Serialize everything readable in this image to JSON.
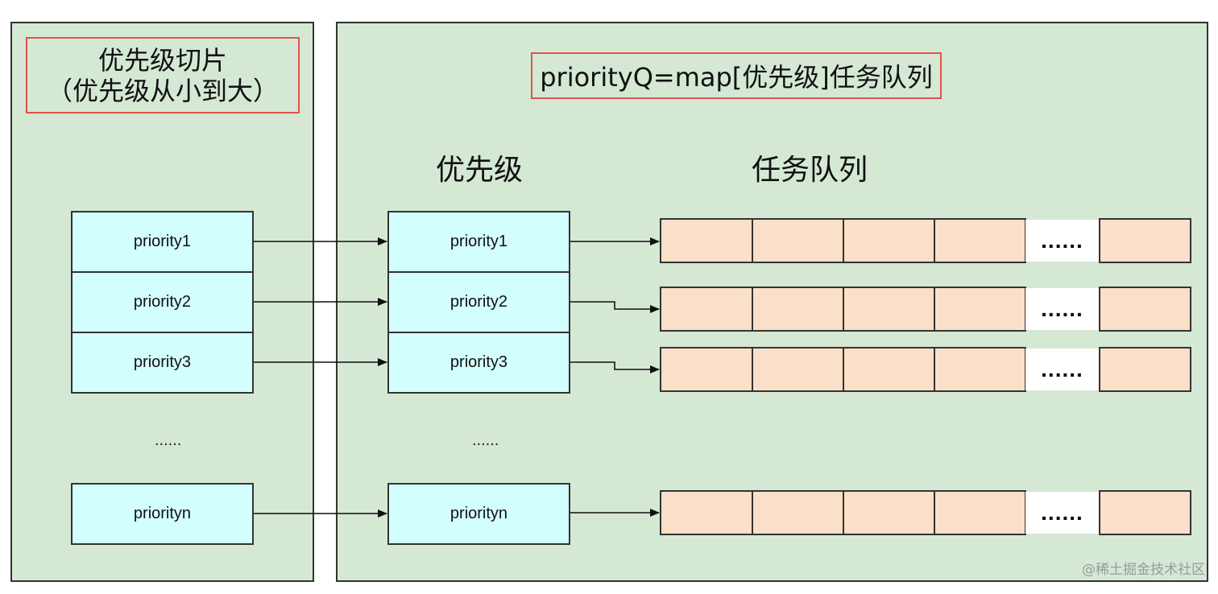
{
  "left_panel": {
    "title_line1": "优先级切片",
    "title_line2": "（优先级从小到大）",
    "items": [
      "priority1",
      "priority2",
      "priority3",
      "priorityn"
    ],
    "ellipsis": "......"
  },
  "right_panel": {
    "title": "priorityQ=map[优先级]任务队列",
    "priority_heading": "优先级",
    "queue_heading": "任务队列",
    "items": [
      "priority1",
      "priority2",
      "priority3",
      "priorityn"
    ],
    "ellipsis": "......",
    "queue_ellipsis": "......"
  },
  "watermark": "@稀土掘金技术社区",
  "colors": {
    "panel_bg": "#d5e8d4",
    "cell_bg": "#d3fefe",
    "queue_bg": "#fbe0c9",
    "title_border": "#e0524a"
  }
}
